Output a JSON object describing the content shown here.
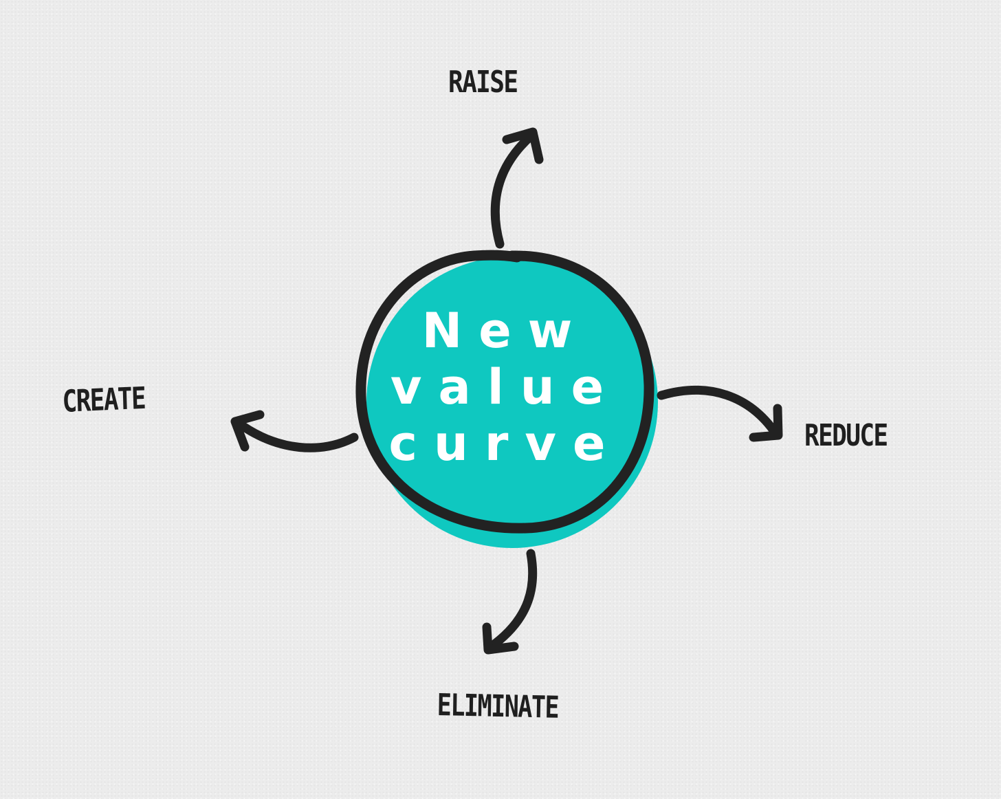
{
  "center": {
    "line1": "New",
    "line2": "value",
    "line3": "curve",
    "fill_color": "#0fc8c0",
    "outline_color": "#222222"
  },
  "labels": {
    "raise": "RAISE",
    "create": "CREATE",
    "reduce": "REDUCE",
    "eliminate": "ELIMINATE"
  },
  "colors": {
    "background": "#ececec",
    "ink": "#1f1f1f"
  }
}
